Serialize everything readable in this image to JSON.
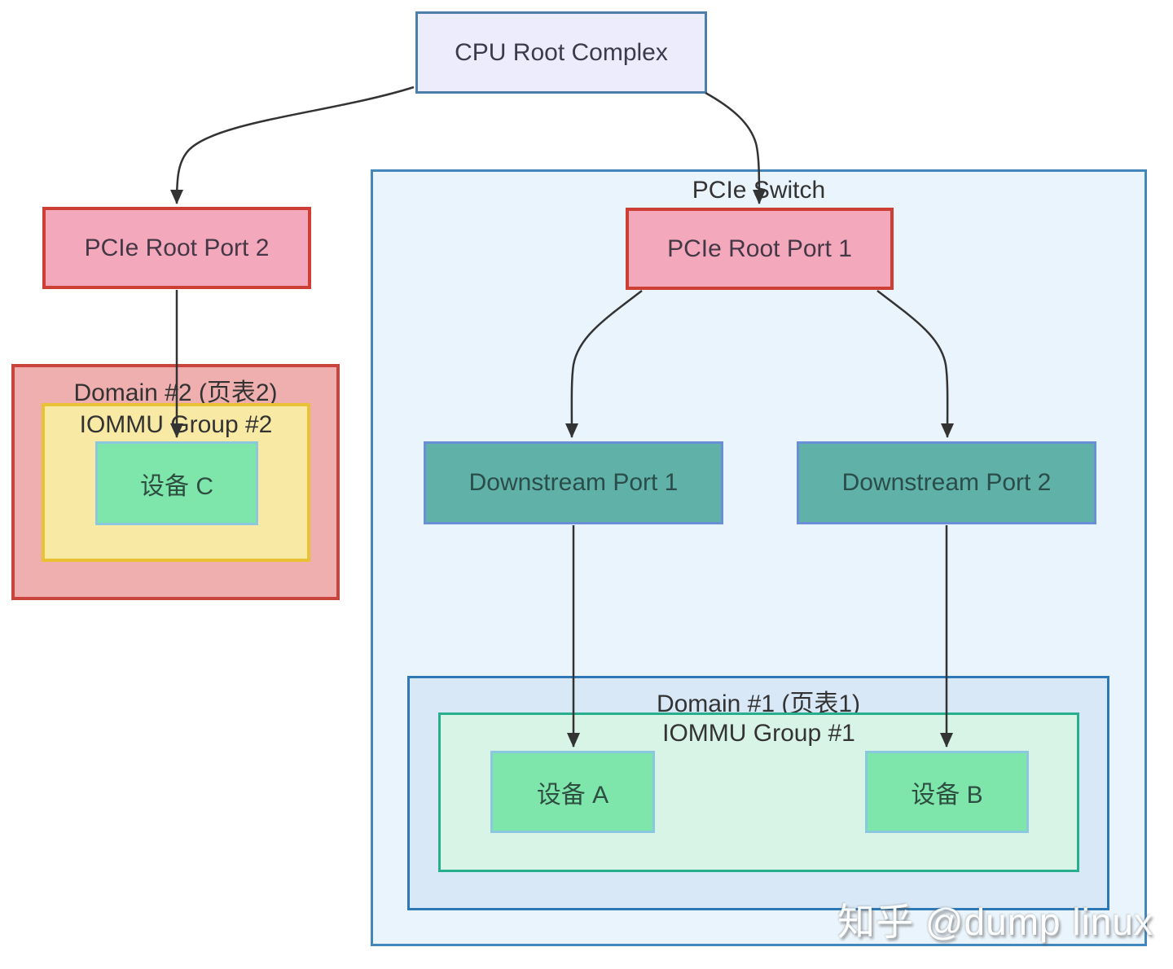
{
  "nodes": {
    "cpu": {
      "label": "CPU Root Complex"
    },
    "root_port_2": {
      "label": "PCIe Root Port 2"
    },
    "root_port_1": {
      "label": "PCIe Root Port 1"
    },
    "downstream_port_1": {
      "label": "Downstream Port 1"
    },
    "downstream_port_2": {
      "label": "Downstream Port 2"
    },
    "device_a": {
      "label": "设备 A"
    },
    "device_b": {
      "label": "设备 B"
    },
    "device_c": {
      "label": "设备 C"
    }
  },
  "containers": {
    "pcie_switch": {
      "label": "PCIe Switch"
    },
    "domain_1": {
      "label": "Domain #1 (页表1)"
    },
    "iommu_group_1": {
      "label": "IOMMU Group #1"
    },
    "domain_2": {
      "label": "Domain #2 (页表2)"
    },
    "iommu_group_2": {
      "label": "IOMMU Group #2"
    }
  },
  "edges": [
    {
      "from": "CPU Root Complex",
      "to": "PCIe Root Port 2"
    },
    {
      "from": "CPU Root Complex",
      "to": "PCIe Root Port 1"
    },
    {
      "from": "PCIe Root Port 2",
      "to": "设备 C"
    },
    {
      "from": "PCIe Root Port 1",
      "to": "Downstream Port 1"
    },
    {
      "from": "PCIe Root Port 1",
      "to": "Downstream Port 2"
    },
    {
      "from": "Downstream Port 1",
      "to": "设备 A"
    },
    {
      "from": "Downstream Port 2",
      "to": "设备 B"
    }
  ],
  "watermark": {
    "text": "知乎 @dump linux"
  },
  "colors": {
    "canvas_bg": "#ffffff",
    "cpu_fill": "#ececfd",
    "cpu_border": "#4d7ea8",
    "port_fill": "#f3a8bc",
    "port_border": "#cd3e35",
    "downstream_fill": "#60b1a8",
    "downstream_border": "#6b8fd6",
    "device_fill": "#7fe6ab",
    "device_border": "#8cc8dd",
    "switch_fill": "#eaf4fc",
    "switch_border": "#4387ba",
    "domain1_fill": "#d8e8f7",
    "domain1_border": "#2e79b5",
    "iommu1_fill": "#d7f4e6",
    "iommu1_border": "#27ae8c",
    "domain2_fill": "#f0afaf",
    "domain2_border": "#c8443c",
    "iommu2_fill": "#f8e9a4",
    "iommu2_border": "#e8c234",
    "arrow": "#333333",
    "text": "#333333",
    "watermark_text": "#ffffff"
  }
}
